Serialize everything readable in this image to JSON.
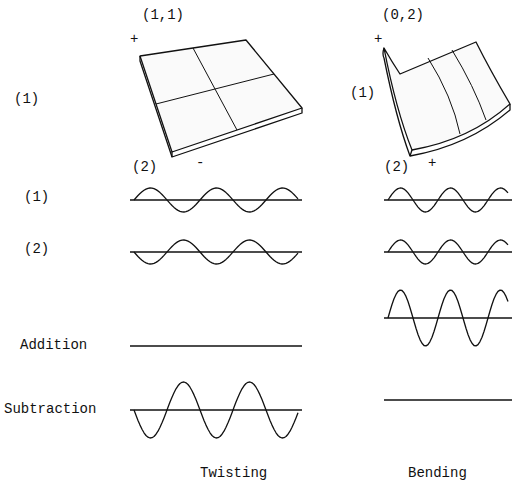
{
  "diagram": {
    "labels": [
      "(1,1)",
      "(0,2)",
      "+",
      "+",
      "(1)",
      "(1)",
      "(2)",
      "-",
      "(2)",
      "+",
      "(1)",
      "(2)",
      "Addition",
      "Subtraction",
      "Twisting",
      "Bending"
    ]
  }
}
